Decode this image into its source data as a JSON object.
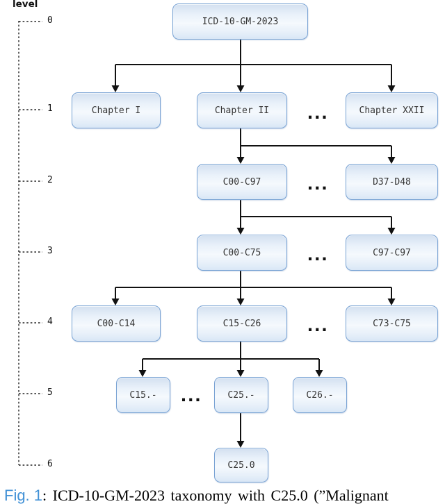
{
  "figure": {
    "axis": {
      "title": "level",
      "levels": [
        "0",
        "1",
        "2",
        "3",
        "4",
        "5",
        "6"
      ]
    },
    "ellipsis": "...",
    "nodes": {
      "root": {
        "label": "ICD-10-GM-2023",
        "level": 0
      },
      "chapter_i": {
        "label": "Chapter I",
        "level": 1
      },
      "chapter_ii": {
        "label": "Chapter II",
        "level": 1
      },
      "chapter_xxii": {
        "label": "Chapter XXII",
        "level": 1
      },
      "c00_c97": {
        "label": "C00-C97",
        "level": 2
      },
      "d37_d48": {
        "label": "D37-D48",
        "level": 2
      },
      "c00_c75": {
        "label": "C00-C75",
        "level": 3
      },
      "c97_c97": {
        "label": "C97-C97",
        "level": 3
      },
      "c00_c14": {
        "label": "C00-C14",
        "level": 4
      },
      "c15_c26": {
        "label": "C15-C26",
        "level": 4
      },
      "c73_c75": {
        "label": "C73-C75",
        "level": 4
      },
      "c15": {
        "label": "C15.-",
        "level": 5
      },
      "c25": {
        "label": "C25.-",
        "level": 5
      },
      "c26": {
        "label": "C26.-",
        "level": 5
      },
      "c25_0": {
        "label": "C25.0",
        "level": 6
      }
    },
    "edges": [
      [
        "ICD-10-GM-2023",
        "Chapter I"
      ],
      [
        "ICD-10-GM-2023",
        "Chapter II"
      ],
      [
        "ICD-10-GM-2023",
        "Chapter XXII"
      ],
      [
        "Chapter II",
        "C00-C97"
      ],
      [
        "Chapter II",
        "D37-D48"
      ],
      [
        "C00-C97",
        "C00-C75"
      ],
      [
        "C00-C97",
        "C97-C97"
      ],
      [
        "C00-C75",
        "C00-C14"
      ],
      [
        "C00-C75",
        "C15-C26"
      ],
      [
        "C00-C75",
        "C73-C75"
      ],
      [
        "C15-C26",
        "C15.-"
      ],
      [
        "C15-C26",
        "C25.-"
      ],
      [
        "C15-C26",
        "C26.-"
      ],
      [
        "C25.-",
        "C25.0"
      ]
    ],
    "colors": {
      "node-border": "#79a3d4",
      "node-fill-top": "#d3e0f0",
      "node-fill-mid": "#f5f9fd",
      "node-fill-bottom": "#d9e7f6",
      "connector": "#111111",
      "caption-label": "#4191d6",
      "text": "#333333"
    }
  },
  "caption": {
    "label": "Fig. 1",
    "text": ": ICD-10-GM-2023 taxonomy with C25.0 (”Malignant"
  }
}
